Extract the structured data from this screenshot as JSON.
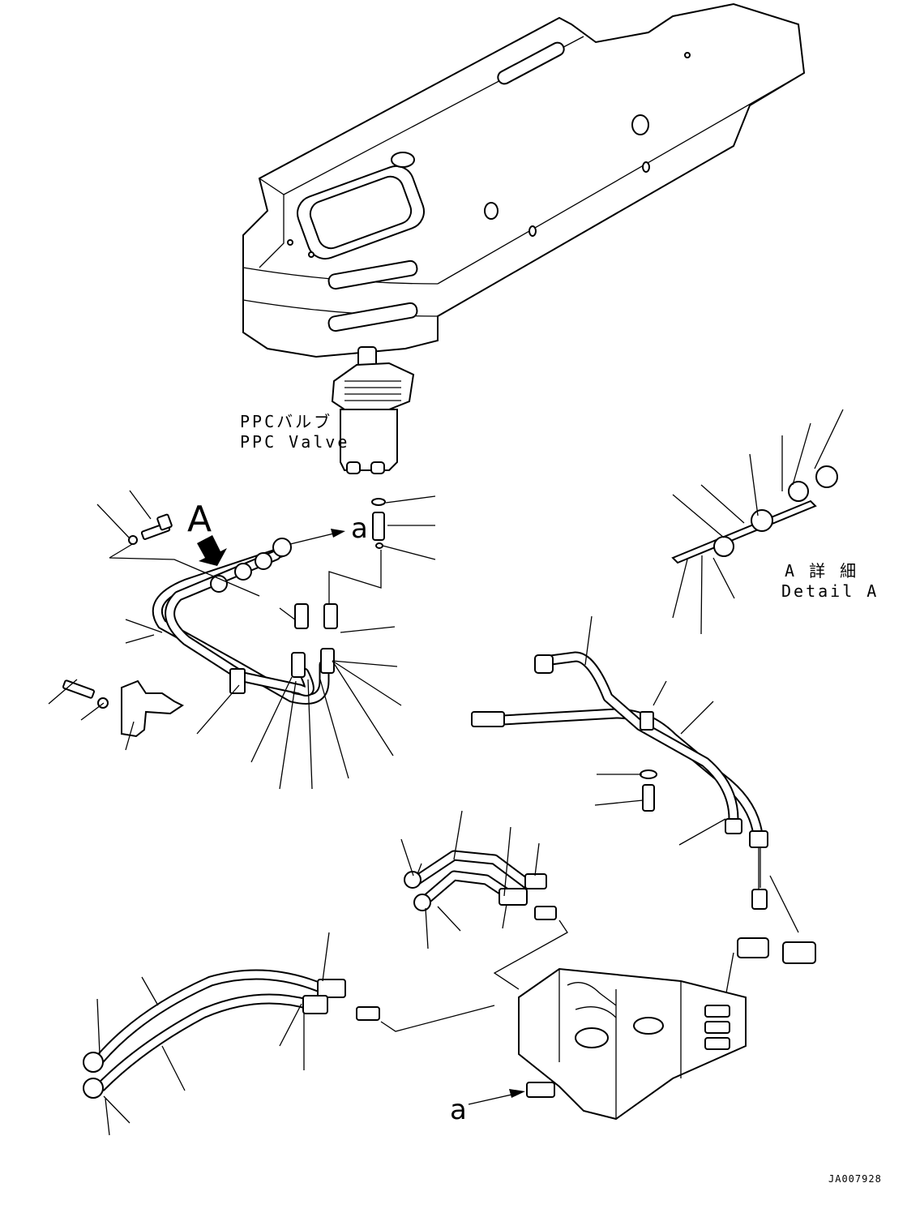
{
  "labels": {
    "ppc_valve_jp": "PPCバルブ",
    "ppc_valve_en": "PPC Valve",
    "view_marker": "A",
    "detail_a_jp": "A 詳 細",
    "detail_a_en": "Detail A",
    "connection_ref_top": "a",
    "connection_ref_bottom": "a",
    "drawing_code": "JA007928"
  },
  "colors": {
    "line": "#000000",
    "background": "#ffffff"
  },
  "icons": {
    "view_arrow": "arrow-down-right-icon",
    "connection_arrow": "arrow-right-icon"
  }
}
